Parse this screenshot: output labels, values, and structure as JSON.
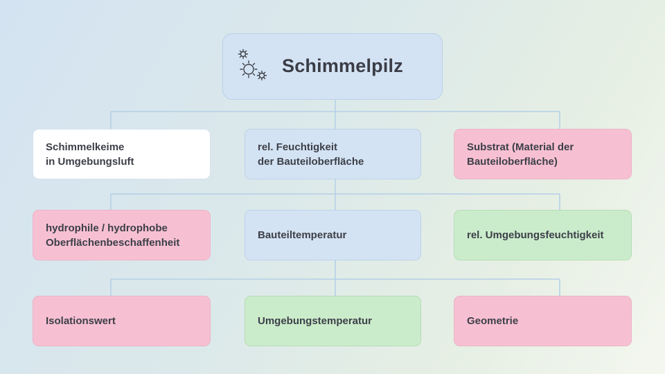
{
  "root": {
    "title": "Schimmelpilz",
    "icon": "mold-spores-icon"
  },
  "colors": {
    "blue": "#d4e3f3",
    "pink": "#f7c0d2",
    "green": "#cbeccb",
    "white": "#ffffff",
    "connector": "#b3cfe6",
    "text": "#3c3f48"
  },
  "row1": [
    {
      "label": "Schimmelkeime\nin Umgebungsluft",
      "color": "white"
    },
    {
      "label": "rel. Feuchtigkeit\nder Bauteiloberfläche",
      "color": "blue"
    },
    {
      "label": "Substrat (Material der\nBauteiloberfläche)",
      "color": "pink"
    }
  ],
  "row2": [
    {
      "label": "hydrophile / hydrophobe\nOberflächenbeschaffenheit",
      "color": "pink"
    },
    {
      "label": "Bauteiltemperatur",
      "color": "blue"
    },
    {
      "label": "rel. Umgebungsfeuchtigkeit",
      "color": "green"
    }
  ],
  "row3": [
    {
      "label": "Isolationswert",
      "color": "pink"
    },
    {
      "label": "Umgebungstemperatur",
      "color": "green"
    },
    {
      "label": "Geometrie",
      "color": "pink"
    }
  ]
}
